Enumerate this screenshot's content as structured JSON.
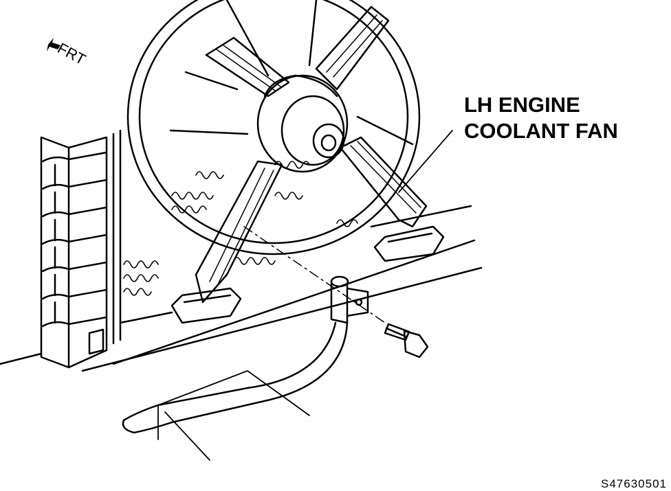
{
  "diagram": {
    "callout": {
      "line1": "LH ENGINE",
      "line2": "COOLANT FAN"
    },
    "direction_label": "FRT",
    "figure_id": "S47630501",
    "colors": {
      "ink": "#000000",
      "paper": "#ffffff"
    }
  }
}
